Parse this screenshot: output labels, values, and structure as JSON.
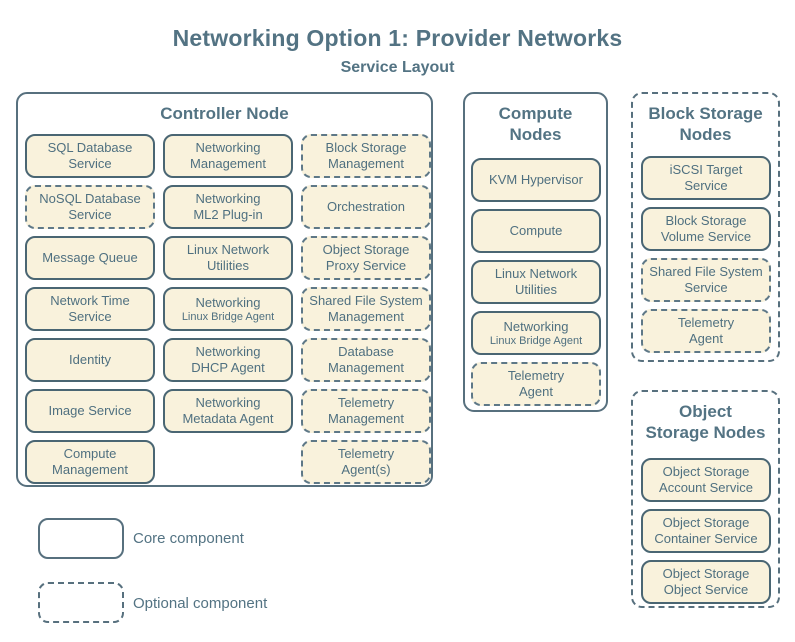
{
  "title": "Networking Option 1: Provider Networks",
  "subtitle": "Service Layout",
  "colors": {
    "bg": "#ffffff",
    "ink": "#4f7080",
    "title-ink": "#537383",
    "fill": "#f9f2dc",
    "border-solid": "#4a6673",
    "border-dashed": "#5e7887",
    "node-border": "#57707e"
  },
  "legend": {
    "core_label": "Core component",
    "optional_label": "Optional component"
  },
  "nodes": [
    {
      "id": "controller-node",
      "title_lines": [
        "Controller Node"
      ],
      "optional": false,
      "columns": [
        [
          {
            "label": "SQL Database\nService"
          },
          {
            "label": "NoSQL Database\nService",
            "optional": true
          },
          {
            "label": "Message Queue"
          },
          {
            "label": "Network Time\nService"
          },
          {
            "label": "Identity"
          },
          {
            "label": "Image Service"
          },
          {
            "label": "Compute\nManagement"
          }
        ],
        [
          {
            "label": "Networking\nManagement"
          },
          {
            "label": "Networking\nML2 Plug-in"
          },
          {
            "label": "Linux Network\nUtilities"
          },
          {
            "label": "Networking",
            "sublabel": "Linux Bridge Agent"
          },
          {
            "label": "Networking\nDHCP Agent"
          },
          {
            "label": "Networking\nMetadata Agent"
          }
        ],
        [
          {
            "label": "Block Storage\nManagement",
            "optional": true
          },
          {
            "label": "Orchestration",
            "optional": true
          },
          {
            "label": "Object Storage\nProxy Service",
            "optional": true
          },
          {
            "label": "Shared File System\nManagement",
            "optional": true
          },
          {
            "label": "Database\nManagement",
            "optional": true
          },
          {
            "label": "Telemetry\nManagement",
            "optional": true
          },
          {
            "label": "Telemetry\nAgent(s)",
            "optional": true
          }
        ]
      ]
    },
    {
      "id": "compute-nodes",
      "title_lines": [
        "Compute",
        "Nodes"
      ],
      "optional": false,
      "columns": [
        [
          {
            "label": "KVM Hypervisor"
          },
          {
            "label": "Compute"
          },
          {
            "label": "Linux Network\nUtilities"
          },
          {
            "label": "Networking",
            "sublabel": "Linux Bridge Agent"
          },
          {
            "label": "Telemetry\nAgent",
            "optional": true
          }
        ]
      ]
    },
    {
      "id": "block-storage-nodes",
      "title_lines": [
        "Block Storage",
        "Nodes"
      ],
      "optional": true,
      "columns": [
        [
          {
            "label": "iSCSI Target\nService"
          },
          {
            "label": "Block Storage\nVolume Service"
          },
          {
            "label": "Shared File System\nService",
            "optional": true
          },
          {
            "label": "Telemetry\nAgent",
            "optional": true
          }
        ]
      ]
    },
    {
      "id": "object-storage-nodes",
      "title_lines": [
        "Object",
        "Storage Nodes"
      ],
      "optional": true,
      "columns": [
        [
          {
            "label": "Object Storage\nAccount Service"
          },
          {
            "label": "Object Storage\nContainer Service"
          },
          {
            "label": "Object Storage\nObject Service"
          }
        ]
      ]
    }
  ]
}
